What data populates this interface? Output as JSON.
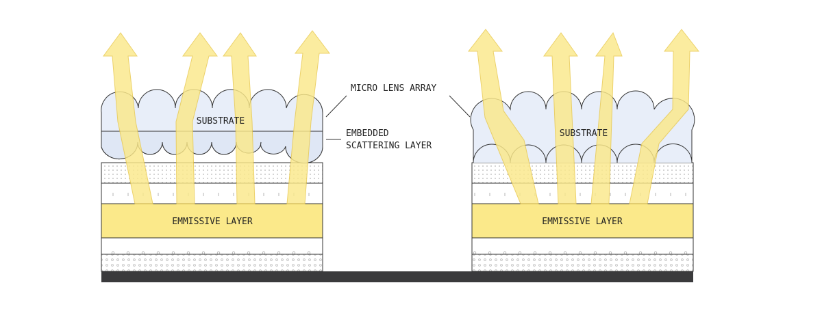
{
  "left_panel": {
    "substrate_label": "SUBSTRATE",
    "emissive_label": "EMMISSIVE LAYER"
  },
  "right_panel": {
    "substrate_label": "SUBSTRATE",
    "emissive_label": "EMMISSIVE LAYER"
  },
  "callouts": {
    "micro_lens_array": "MICRO LENS ARRAY",
    "embedded_line1": "EMBEDDED",
    "embedded_line2": "SCATTERING LAYER"
  },
  "colors": {
    "light_yellow": "#fbe98a",
    "light_edge": "#e8c84a",
    "substrate_fill": "#e8eef9",
    "base": "#3a3a3c"
  }
}
